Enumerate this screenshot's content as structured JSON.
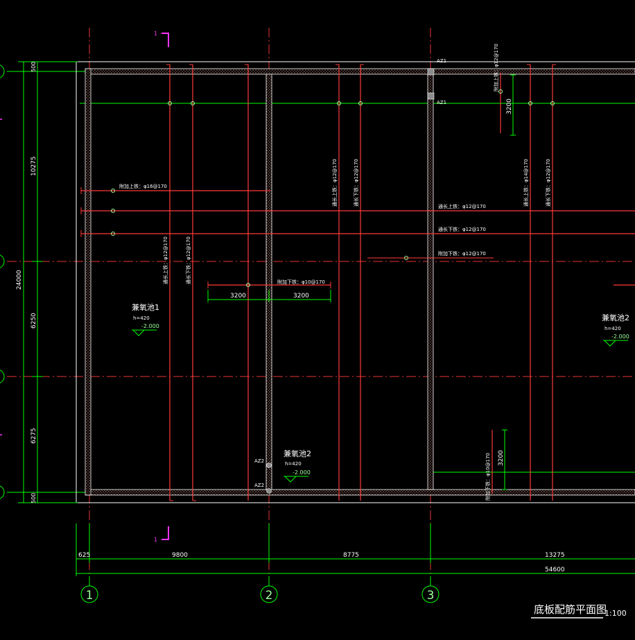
{
  "drawing": {
    "title": "底板配筋平面图",
    "scale": "1:100",
    "section_mark": "1"
  },
  "axes": {
    "numbered": [
      "1",
      "2",
      "3"
    ]
  },
  "dimensions": {
    "left_outer": "24000",
    "left_segments": [
      "500",
      "10275",
      "6250",
      "6275",
      "500"
    ],
    "bottom_segments": [
      "625",
      "9800",
      "8775",
      "13275"
    ],
    "bottom_total": "54600",
    "dim_3200": "3200"
  },
  "columns": {
    "az1": "AZ1",
    "az2": "AZ2"
  },
  "rebar_labels": {
    "add_top_16": "附加上铁：φ16@170",
    "add_top_12": "附加上铁：φ12@170",
    "add_bottom_12": "附加下铁：φ12@170",
    "add_bottom_10": "附加下铁：φ10@170",
    "thru_top_12": "通长上铁：φ12@170",
    "thru_bottom_12": "通长下铁：φ12@170",
    "thru_top_14": "通长上铁：φ14@170"
  },
  "tanks": {
    "tank1_name": "兼氧池1",
    "tank2_name": "兼氧池2",
    "thickness": "h=420",
    "elevation": "-2.000"
  },
  "colors": {
    "background": "#000000",
    "grid_green": "#00ff00",
    "rebar_red": "#ff3b3b",
    "wall_brown": "#b4786e",
    "column_fill": "#8c8c8c",
    "magenta": "#ff33ff",
    "white": "#ffffff"
  }
}
